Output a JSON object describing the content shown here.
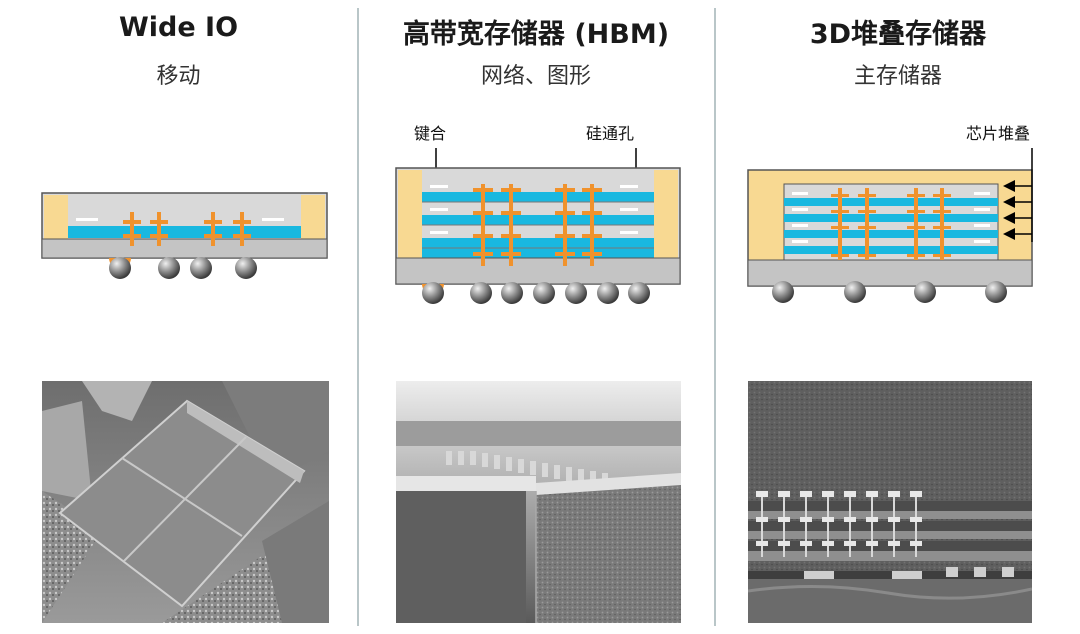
{
  "columns": [
    {
      "title": "Wide IO",
      "subtitle": "移动",
      "labels": []
    },
    {
      "title": "高带宽存储器 (HBM)",
      "subtitle": "网络、图形",
      "labels": [
        "键合",
        "硅通孔"
      ]
    },
    {
      "title": "3D堆叠存储器",
      "subtitle": "主存储器",
      "labels": [
        "芯片堆叠"
      ]
    }
  ],
  "colors": {
    "substrate": "#c4c4c4",
    "silicon_die": "#19b8e0",
    "via": "#f0922c",
    "mold_edge": "#f8d992",
    "solder_ball": "#7a7a7a",
    "divider": "#b9c6c8"
  }
}
